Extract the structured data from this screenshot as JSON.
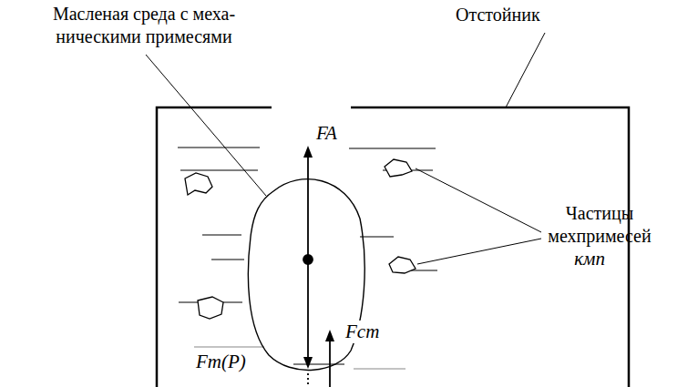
{
  "diagram": {
    "labels": [
      "Масленая среда с меха- ническими примесями",
      "Отстойник",
      "FA",
      "Частицы мехпримесей",
      "κмп",
      "Fm(P)",
      "Fст"
    ]
  }
}
